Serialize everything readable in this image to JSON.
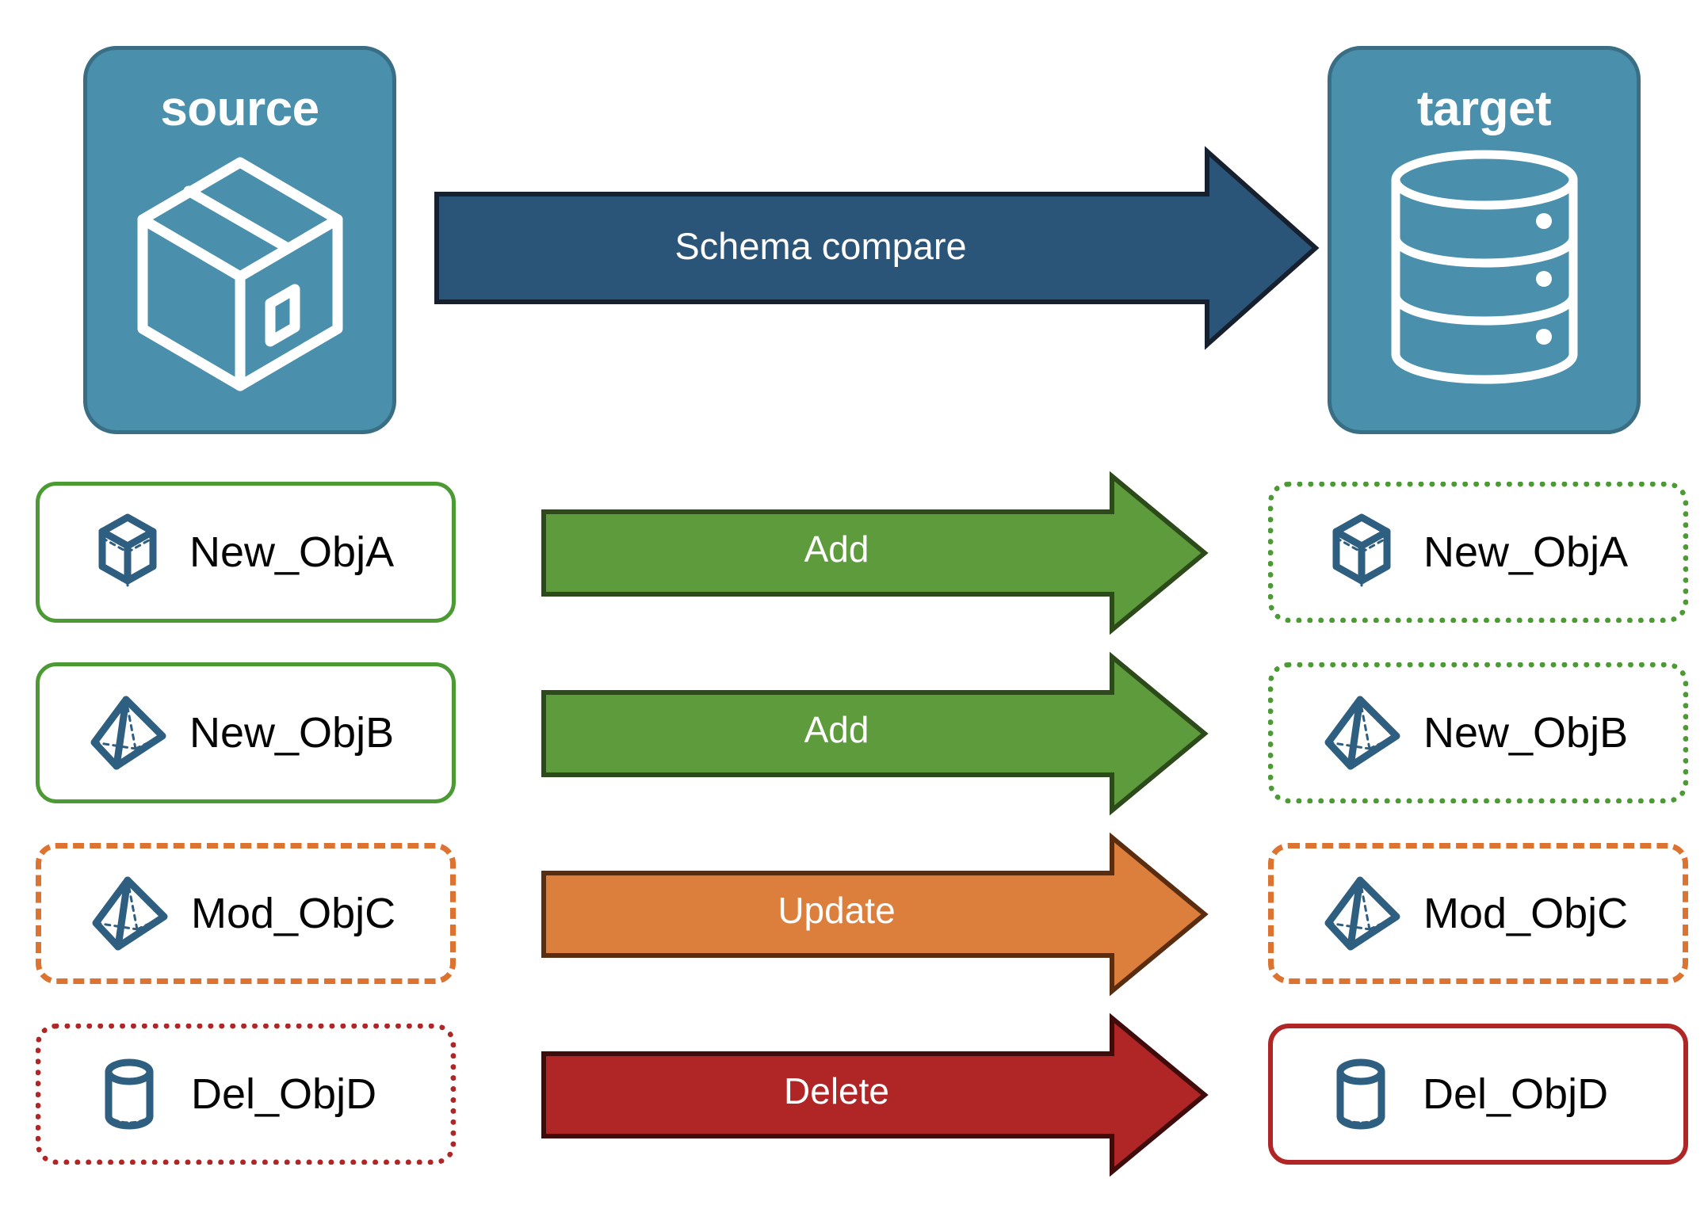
{
  "endpoints": {
    "source": {
      "title": "source",
      "icon": "package-cube-icon",
      "fill": "#4A8FAC",
      "stroke": "#3A6E85"
    },
    "target": {
      "title": "target",
      "icon": "database-cylinder-icon",
      "fill": "#4A8FAC",
      "stroke": "#3A6E85"
    }
  },
  "main_arrow": {
    "label": "Schema compare",
    "fill": "#2B5578",
    "stroke": "#17202E",
    "text_color": "#FFFFFF"
  },
  "rows": [
    {
      "source": {
        "label": "New_ObjA",
        "icon": "wireframe-cube-icon",
        "border_style": "solid",
        "border_color": "#4C9A34"
      },
      "arrow": {
        "label": "Add",
        "fill": "#5E9B3C",
        "stroke": "#2C4A1A",
        "text_color": "#FFFFFF"
      },
      "target": {
        "label": "New_ObjA",
        "icon": "wireframe-cube-icon",
        "border_style": "dotted",
        "border_color": "#4C9A34"
      }
    },
    {
      "source": {
        "label": "New_ObjB",
        "icon": "wireframe-pyramid-icon",
        "border_style": "solid",
        "border_color": "#4C9A34"
      },
      "arrow": {
        "label": "Add",
        "fill": "#5E9B3C",
        "stroke": "#2C4A1A",
        "text_color": "#FFFFFF"
      },
      "target": {
        "label": "New_ObjB",
        "icon": "wireframe-pyramid-icon",
        "border_style": "dotted",
        "border_color": "#4C9A34"
      }
    },
    {
      "source": {
        "label": "Mod_ObjC",
        "icon": "wireframe-pyramid-icon",
        "border_style": "dashed",
        "border_color": "#DD7330"
      },
      "arrow": {
        "label": "Update",
        "fill": "#DD7F3C",
        "stroke": "#5B2D10",
        "text_color": "#FFFFFF"
      },
      "target": {
        "label": "Mod_ObjC",
        "icon": "wireframe-pyramid-icon",
        "border_style": "dashed",
        "border_color": "#DD7330"
      }
    },
    {
      "source": {
        "label": "Del_ObjD",
        "icon": "wireframe-cylinder-icon",
        "border_style": "dotted",
        "border_color": "#B02626"
      },
      "arrow": {
        "label": "Delete",
        "fill": "#B02626",
        "stroke": "#3F0B0B",
        "text_color": "#FFFFFF"
      },
      "target": {
        "label": "Del_ObjD",
        "icon": "wireframe-cylinder-icon",
        "border_style": "solid",
        "border_color": "#B02626"
      }
    }
  ],
  "palette": {
    "icon_stroke": "#2E5E80",
    "card_background": "#FFFFFF",
    "page_background": "#FFFFFF"
  }
}
